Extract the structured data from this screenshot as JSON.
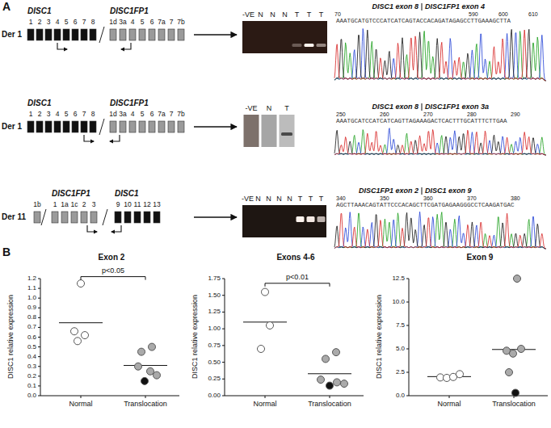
{
  "diagram": {
    "nodes": [
      {
        "text": [
          "Der 1",
          "DISC1",
          "DISC1FP1",
          "1",
          "2",
          "3",
          "4",
          "5",
          "6",
          "7",
          "8",
          "1d",
          "3a",
          "4",
          "5",
          "6",
          "7a",
          "7",
          "7b"
        ]
      },
      {
        "text": [
          "-VE",
          "N",
          "N",
          "N",
          "T",
          "T",
          "T"
        ]
      },
      {
        "text": [
          "DISC1 exon 8",
          "DISC1FP1 exon 4",
          "70",
          "590",
          "600",
          "610",
          "AAATGCATGTCCCATCATCAGTACCACAGATAGAGCCTTGAAAGCTTA"
        ]
      },
      {
        "text": [
          "Der 1",
          "DISC1",
          "DISC1FP1",
          "1",
          "2",
          "3",
          "4",
          "5",
          "6",
          "7",
          "8",
          "1d",
          "3a",
          "4",
          "5",
          "6",
          "7a",
          "7",
          "7b"
        ]
      },
      {
        "text": [
          "-VE",
          "N",
          "T"
        ]
      },
      {
        "text": [
          "DISC1 exon 8",
          "DISC1FP1 exon 3a",
          "250",
          "260",
          "270",
          "280",
          "290",
          "AAATGCATCCATCATCAGTTAGAAAGACTCACTTTGCATTTCTTGAA"
        ]
      },
      {
        "text": [
          "Der 11",
          "DISC1FP1",
          "DISC1",
          "1b",
          "1",
          "1a",
          "1c",
          "2",
          "3",
          "9",
          "10",
          "11",
          "12",
          "13"
        ]
      },
      {
        "text": [
          "-VE",
          "N",
          "N",
          "N",
          "N",
          "T",
          "T",
          "T"
        ]
      },
      {
        "text": [
          "DISC1FP1 exon 2",
          "DISC1 exon 9",
          "340",
          "350",
          "360",
          "370",
          "380",
          "AGCTTAAACAGTATTCCCACAGCTTCGATGAGAAGGGCCTCAAGATGAC"
        ]
      }
    ],
    "edges": [
      {
        "from": 0,
        "to": 1,
        "arrow": "to"
      },
      {
        "from": 3,
        "to": 4,
        "arrow": "to"
      },
      {
        "from": 6,
        "to": 7,
        "arrow": "to"
      }
    ],
    "labels": [
      "A",
      "B",
      "Exon 2",
      "DISC1 relative expression",
      "0.0",
      "0.1",
      "0.2",
      "0.3",
      "0.4",
      "0.5",
      "0.6",
      "0.7",
      "0.8",
      "0.9",
      "1.0",
      "1.1",
      "1.2",
      "Normal",
      "Translocation",
      "p<0.05",
      "Exons 4-6",
      "DISC1 relative expression",
      "0.00",
      "0.25",
      "0.50",
      "0.75",
      "1.00",
      "1.25",
      "1.50",
      "1.75",
      "Normal",
      "Translocation",
      "p<0.01",
      "Exon 9",
      "DISC1 relative expression",
      "0.0",
      "2.5",
      "5.0",
      "7.5",
      "10.0",
      "12.5",
      "Normal",
      "Translocation"
    ]
  }
}
